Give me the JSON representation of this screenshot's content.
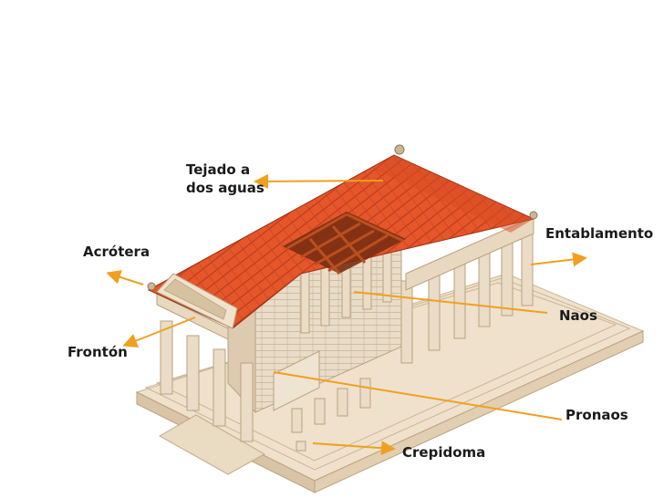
{
  "labels": {
    "tejado_line1": "Tejado a",
    "tejado_line2": "dos aguas",
    "entablamento": "Entablamento",
    "acrotera": "Acrótera",
    "naos": "Naos",
    "fronton": "Frontón",
    "pronaos": "Pronaos",
    "crepidoma": "Crepidoma"
  },
  "colors": {
    "arrow": "#f0a020",
    "roof": "#e5562a",
    "roof_dark": "#b83a1a",
    "timber": "#a0421c",
    "stone": "#efe1cc",
    "stone_shade": "#d9c4a6",
    "column": "#eadcc6"
  }
}
